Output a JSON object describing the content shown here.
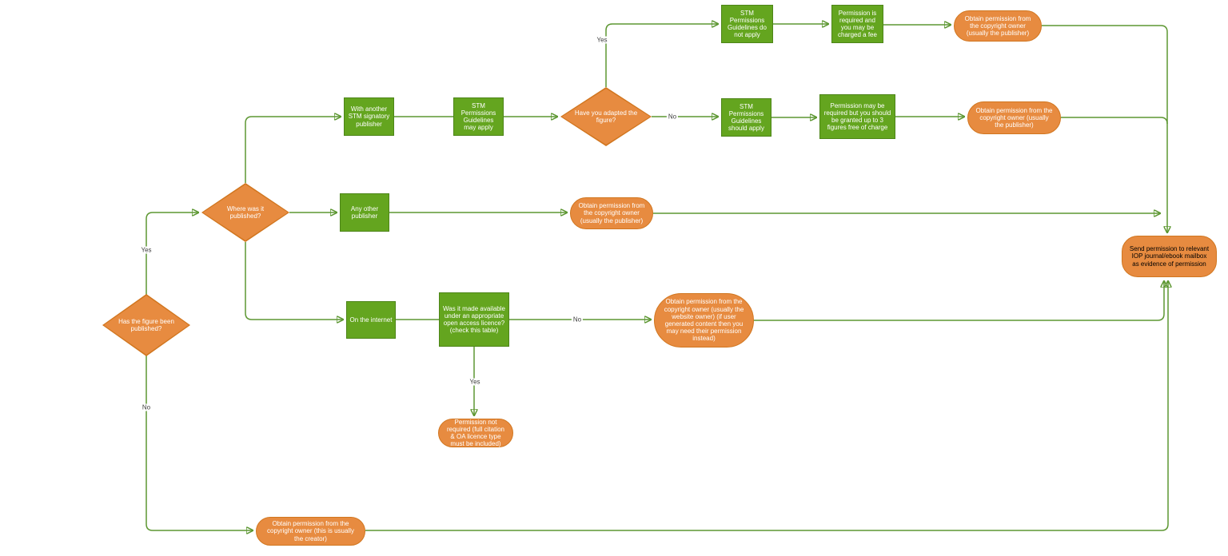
{
  "colors": {
    "process_fill": "#64a51f",
    "process_border": "#4d8518",
    "terminal_fill": "#e78b40",
    "terminal_border": "#d1761f",
    "connector": "#5d9732",
    "canvas": "#ffffff"
  },
  "nodes": {
    "has_published": {
      "label": "Has the figure been published?"
    },
    "where_published": {
      "label": "Where was it published?"
    },
    "stm_signatory": {
      "label": "With another STM signatory publisher"
    },
    "stm_may_apply": {
      "label": "STM Permissions Guidelines may apply"
    },
    "adapted": {
      "label": "Have you adapted the figure?"
    },
    "stm_not_apply": {
      "label": "STM Permissions Guidelines do not apply"
    },
    "permission_fee": {
      "label": "Permission is required and you may be charged a fee"
    },
    "obtain_publisher_top": {
      "label": "Obtain permission from the copyright owner (usually the publisher)"
    },
    "stm_should_apply": {
      "label": "STM Permissions Guidelines should apply"
    },
    "three_figures": {
      "label": "Permission may be required but you should be granted up to 3 figures free of charge"
    },
    "obtain_publisher_mid": {
      "label": "Obtain permission from the copyright owner (usually the publisher)"
    },
    "any_other": {
      "label": "Any other publisher"
    },
    "obtain_publisher_any": {
      "label": "Obtain permission from the copyright owner (usually the publisher)"
    },
    "on_internet": {
      "label": "On the internet"
    },
    "open_access": {
      "label": "Was it made available under an appropriate open access licence? (check this table)"
    },
    "website_owner": {
      "label": "Obtain permission from the copyright owner (usually the website owner) (if user generated content then you may need their permission instead)"
    },
    "not_required": {
      "label": "Permission not required (full citation & OA licence type must be included)"
    },
    "send_permission": {
      "label": "Send permission to relevant IOP journal/ebook mailbox as evidence of permission"
    },
    "creator": {
      "label": "Obtain permission from the copyright owner (this is usually the creator)"
    }
  },
  "edge_labels": {
    "published_yes": "Yes",
    "published_no": "No",
    "adapted_yes": "Yes",
    "adapted_no": "No",
    "open_access_no": "No",
    "open_access_yes": "Yes"
  }
}
